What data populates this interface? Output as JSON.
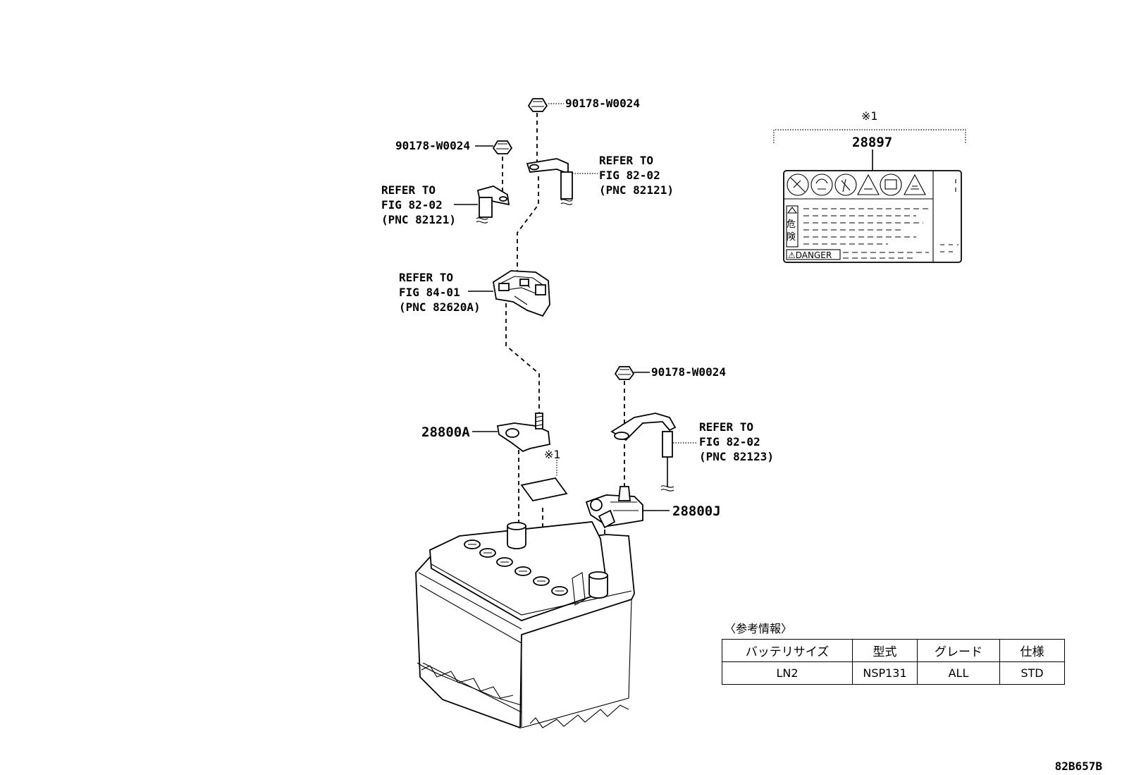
{
  "callouts": {
    "nut_top": "90178-W0024",
    "nut_left": "90178-W0024",
    "nut_right": "90178-W0024",
    "refer_upper_right": [
      "REFER TO",
      "FIG 82-02",
      "(PNC 82121)"
    ],
    "refer_upper_left": [
      "REFER TO",
      "FIG 82-02",
      "(PNC 82121)"
    ],
    "refer_fusible": [
      "REFER TO",
      "FIG 84-01",
      "(PNC 82620A)"
    ],
    "refer_negative": [
      "REFER TO",
      "FIG 82-02",
      "(PNC 82123)"
    ],
    "terminal_positive": "28800A",
    "terminal_negative": "28800J",
    "label_note": "※1",
    "label_part": "28897",
    "label_note_top": "※1"
  },
  "danger_label": {
    "kanji": [
      "危",
      "険"
    ],
    "danger_text": "⚠DANGER"
  },
  "info": {
    "title": "〈参考情報〉",
    "headers": [
      "バッテリサイズ",
      "型式",
      "グレード",
      "仕様"
    ],
    "rows": [
      [
        "LN2",
        "NSP131",
        "ALL",
        "STD"
      ]
    ]
  },
  "diagram_code": "82B657B"
}
